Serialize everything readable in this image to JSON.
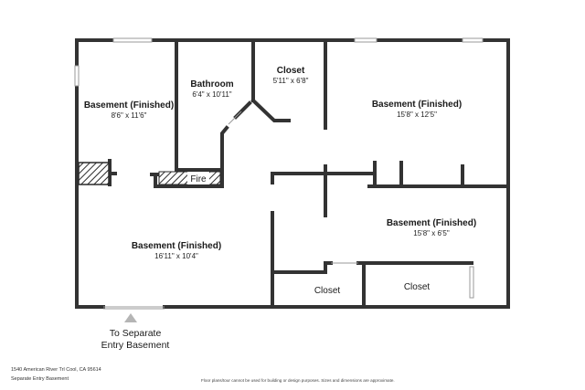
{
  "rooms": {
    "basement_top_left": {
      "name": "Basement (Finished)",
      "dims": "8'6\" x 11'6\""
    },
    "bathroom": {
      "name": "Bathroom",
      "dims": "6'4\" x 10'11\""
    },
    "closet_top": {
      "name": "Closet",
      "dims": "5'11\" x 6'8\""
    },
    "basement_top_right": {
      "name": "Basement (Finished)",
      "dims": "15'8\" x 12'5\""
    },
    "basement_bottom_left": {
      "name": "Basement (Finished)",
      "dims": "16'11\" x 10'4\""
    },
    "basement_mid_right": {
      "name": "Basement (Finished)",
      "dims": "15'8\" x 6'5\""
    },
    "closet_bottom_left": {
      "name": "Closet"
    },
    "closet_bottom_right": {
      "name": "Closet"
    }
  },
  "fireplace_label": "Fire",
  "entry_label_line1": "To Separate",
  "entry_label_line2": "Entry Basement",
  "footer": {
    "address": "1540 American River Trl Cool, CA 95614",
    "subtitle": "Separate Entry Basement",
    "disclaimer": "Floor plans/tour cannot be used for building or design purposes. Sizes and dimensions are approximate."
  },
  "colors": {
    "wall": "#333333",
    "window": "#9a9a9a",
    "hatch": "#2a2a2a",
    "arrow": "#b5b5b5"
  }
}
